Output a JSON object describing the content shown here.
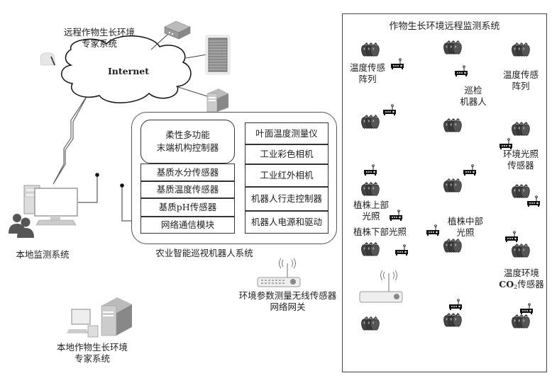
{
  "remote_expert": {
    "label_line1": "远程作物生长环境",
    "label_line2": "专家系统"
  },
  "internet": {
    "label": "Internet"
  },
  "local_monitor": {
    "label": "本地监测系统"
  },
  "local_expert": {
    "label_line1": "本地作物生长环境",
    "label_line2": "专家系统"
  },
  "robot_system": {
    "caption": "农业智能巡视机器人系统",
    "controller": {
      "line1": "柔性多功能",
      "line2": "末端机构控制器"
    },
    "left_modules": [
      "基质水分传感器",
      "基质温度传感器",
      "基质pH传感器",
      "网络通信模块"
    ],
    "right_modules": [
      "叶面温度测量仪",
      "工业彩色相机",
      "工业红外相机",
      "机器人行走控制器",
      "机器人电源和驱动"
    ]
  },
  "gateway": {
    "label_line1": "环境参数测量无线传感器",
    "label_line2": "网络网关"
  },
  "field": {
    "title": "作物生长环境远程监测系统",
    "labels": {
      "temp_array_left_1": "温度传感",
      "temp_array_left_2": "阵列",
      "robot_1": "巡检",
      "robot_2": "机器人",
      "temp_array_right_1": "温度传感",
      "temp_array_right_2": "阵列",
      "env_light_1": "环境光照",
      "env_light_2": "传感器",
      "upper_light_1": "植株上部",
      "upper_light_2": "光照",
      "lower_light": "植株下部光照",
      "middle_light_1": "植株中部",
      "middle_light_2": "光照",
      "co2_1": "温度环境",
      "co2_2_prefix": "CO",
      "co2_2_sub": "2",
      "co2_2_suffix": "传感器"
    }
  },
  "colors": {
    "line": "#333333",
    "device_gray": "#9a9a9a",
    "plant_dark": "#3a3a3a"
  }
}
